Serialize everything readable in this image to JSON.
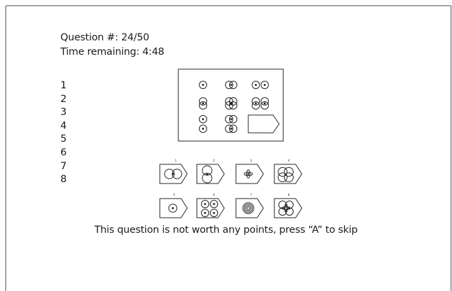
{
  "header": {
    "question_label": "Question #:",
    "question_value": "24/50",
    "time_label": "Time remaining:",
    "time_value": "4:48"
  },
  "answer_options": [
    "1",
    "2",
    "3",
    "4",
    "5",
    "6",
    "7",
    "8"
  ],
  "puzzle": {
    "choice_numbers": [
      "1",
      "2",
      "3",
      "4",
      "5",
      "6",
      "7",
      "8"
    ]
  },
  "footer": {
    "skip_text": "This question is not worth any points, press “A” to skip"
  }
}
